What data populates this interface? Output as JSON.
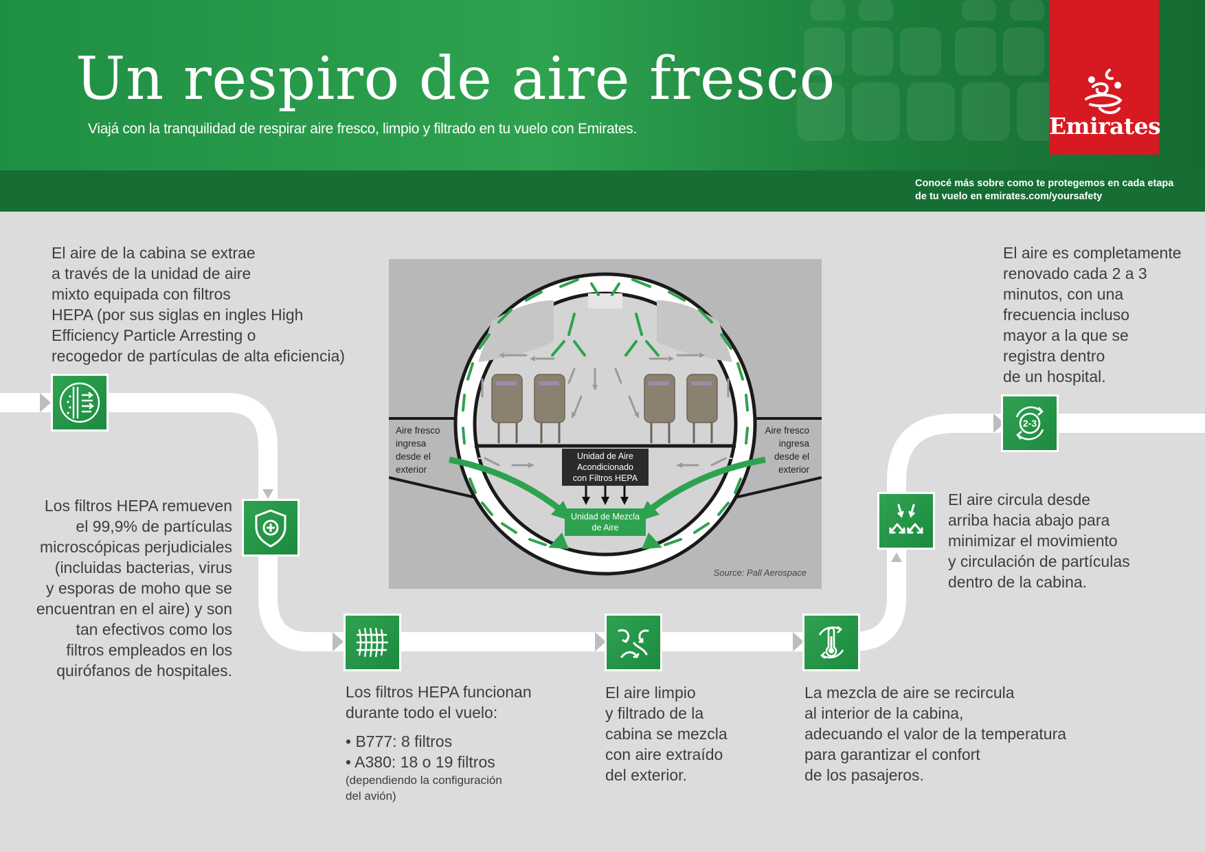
{
  "header": {
    "title": "Un respiro de aire fresco",
    "subtitle": "Viajá con la tranquilidad de respirar aire fresco, limpio y filtrado en tu vuelo con Emirates.",
    "logo_text": "Emirates",
    "banner_line1": "Conocé más sobre como te protegemos en cada etapa",
    "banner_line2": "de tu vuelo en emirates.com/yoursafety"
  },
  "colors": {
    "green": "#2ea24f",
    "dark_green": "#166e34",
    "red": "#d71921",
    "background": "#dcdcdc"
  },
  "steps": {
    "extract": {
      "icon": "hepa-filter-icon",
      "lines": [
        "El aire de la cabina se extrae",
        "a través de la unidad de aire",
        "mixto equipada con filtros",
        "HEPA (por sus siglas en ingles High",
        "Efficiency Particle Arresting o",
        "recogedor de partículas de alta eficiencia)"
      ]
    },
    "remove": {
      "icon": "shield-plus-icon",
      "lines": [
        "Los filtros HEPA remueven",
        "el 99,9% de partículas",
        "microscópicas perjudiciales",
        "(incluidas bacterias, virus",
        "y esporas de moho que se",
        "encuentran en el aire) y son",
        "tan efectivos como los",
        "filtros empleados en los",
        "quirófanos de hospitales."
      ]
    },
    "filters": {
      "icon": "filter-grid-icon",
      "lines": [
        "Los filtros HEPA funcionan",
        "durante todo el vuelo:"
      ],
      "bullets": [
        "• B777: 8 filtros",
        "• A380: 18 o 19 filtros"
      ],
      "note_lines": [
        "(dependiendo la configuración",
        "del avión)"
      ]
    },
    "mix": {
      "icon": "air-mix-icon",
      "lines": [
        "El aire limpio",
        "y filtrado de la",
        "cabina se mezcla",
        "con aire extraído",
        "del exterior."
      ]
    },
    "recirculate": {
      "icon": "thermometer-icon",
      "lines": [
        "La mezcla de aire se recircula",
        "al interior de la cabina,",
        "adecuando el valor de la temperatura",
        "para garantizar el confort",
        "de los pasajeros."
      ]
    },
    "flow": {
      "icon": "downflow-arrows-icon",
      "lines": [
        "El aire circula desde",
        "arriba hacia abajo para",
        "minimizar el movimiento",
        "y circulación de partículas",
        "dentro de la cabina."
      ]
    },
    "renew": {
      "icon": "renewal-2-3-icon",
      "icon_label": "2-3",
      "lines": [
        "El aire es completamente",
        "renovado cada 2 a 3",
        "minutos, con una",
        "frecuencia incluso",
        "mayor a la que se",
        "registra dentro",
        "de un hospital."
      ]
    }
  },
  "diagram": {
    "left_label": [
      "Aire fresco",
      "ingresa",
      "desde el",
      "exterior"
    ],
    "right_label": [
      "Aire fresco",
      "ingresa",
      "desde el",
      "exterior"
    ],
    "ac_unit": [
      "Unidad de Aire",
      "Acondicionado",
      "con Filtros HEPA"
    ],
    "mix_unit": [
      "Unidad de Mezcla",
      "de Aire"
    ],
    "source": "Source: Pall Aerospace"
  }
}
